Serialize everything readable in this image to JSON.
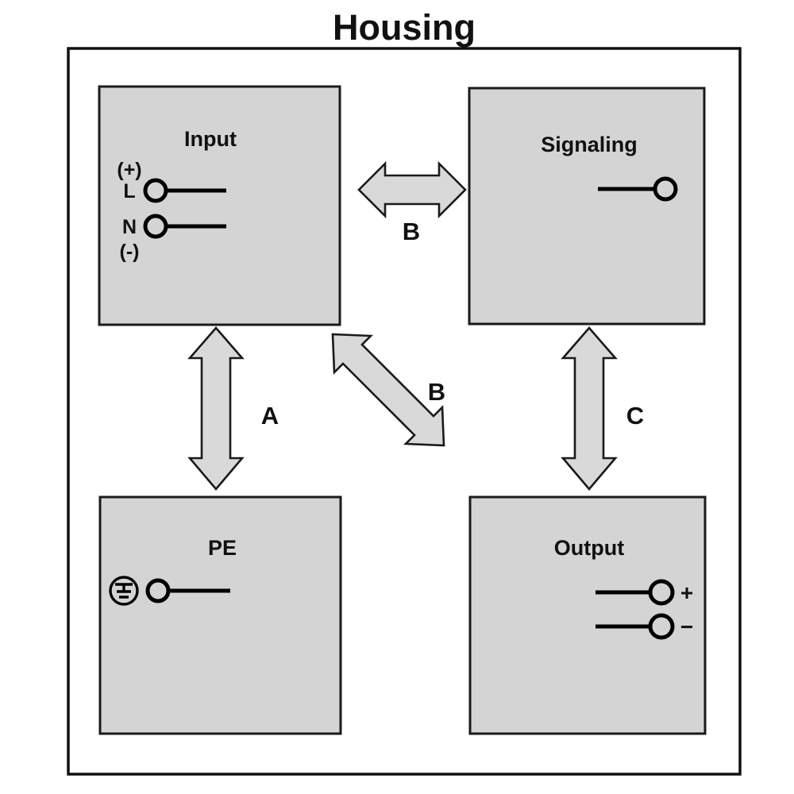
{
  "diagram": {
    "title": "Housing",
    "type": "block-diagram",
    "colors": {
      "block_fill": "#d4d4d4",
      "arrow_fill": "#d9d9d9",
      "stroke": "#1a1a1a",
      "background": "#ffffff"
    },
    "blocks": [
      {
        "id": "input",
        "label": "Input",
        "position": "top-left",
        "terminals": [
          {
            "name": "plus-note",
            "label": "(+)",
            "has_circle": false,
            "side": "left"
          },
          {
            "name": "line",
            "label": "L",
            "has_circle": true,
            "side": "left"
          },
          {
            "name": "neutral",
            "label": "N",
            "has_circle": true,
            "side": "left"
          },
          {
            "name": "minus-note",
            "label": "(-)",
            "has_circle": false,
            "side": "left"
          }
        ]
      },
      {
        "id": "signaling",
        "label": "Signaling",
        "position": "top-right",
        "terminals": [
          {
            "name": "signal",
            "label": "",
            "has_circle": true,
            "side": "right"
          }
        ]
      },
      {
        "id": "pe",
        "label": "PE",
        "position": "bottom-left",
        "terminals": [
          {
            "name": "protective-earth",
            "label": "",
            "has_circle": true,
            "side": "left",
            "symbol": "earth-ground-icon"
          }
        ]
      },
      {
        "id": "output",
        "label": "Output",
        "position": "bottom-right",
        "terminals": [
          {
            "name": "positive",
            "label": "+",
            "has_circle": true,
            "side": "right"
          },
          {
            "name": "negative",
            "label": "−",
            "has_circle": true,
            "side": "right"
          }
        ]
      }
    ],
    "arrows": [
      {
        "id": "b-horizontal",
        "label": "B",
        "from": "input",
        "to": "signaling",
        "orientation": "horizontal",
        "double_headed": true
      },
      {
        "id": "a-vertical",
        "label": "A",
        "from": "input",
        "to": "pe",
        "orientation": "vertical",
        "double_headed": true
      },
      {
        "id": "b-diagonal",
        "label": "B",
        "from": "input",
        "to": "output",
        "orientation": "diagonal",
        "double_headed": true
      },
      {
        "id": "c-vertical",
        "label": "C",
        "from": "signaling",
        "to": "output",
        "orientation": "vertical",
        "double_headed": true
      }
    ]
  }
}
